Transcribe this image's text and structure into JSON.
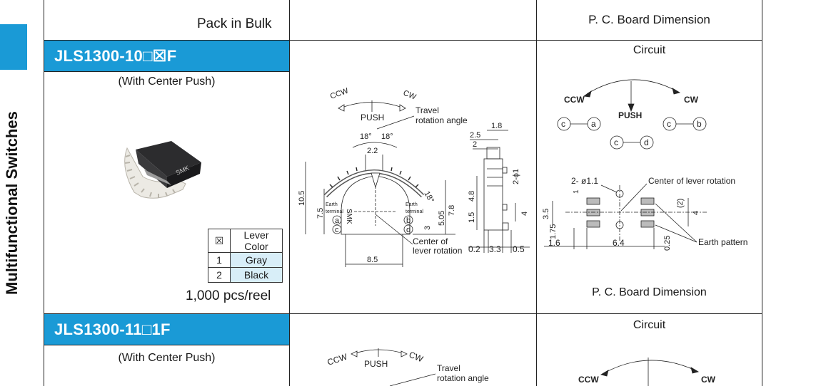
{
  "theme": {
    "accent": "#1a9ad6",
    "light_blue": "#d8eef8"
  },
  "sidebar": {
    "title": "Multifunctional Switches"
  },
  "header": {
    "pack_label": "Pack in Bulk",
    "pcb_header": "P. C. Board Dimension"
  },
  "products": [
    {
      "model": "JLS1300-10□☒F",
      "subtitle": "(With Center Push)",
      "legend": {
        "header_symbol": "☒",
        "header_label": "Lever Color",
        "rows": [
          {
            "num": "1",
            "value": "Gray"
          },
          {
            "num": "2",
            "value": "Black"
          }
        ]
      },
      "quantity": "1,000 pcs/reel",
      "circuit_title": "Circuit",
      "pcb_title": "P. C. Board Dimension"
    },
    {
      "model": "JLS1300-11□1F",
      "subtitle": "(With Center Push)",
      "circuit_title": "Circuit"
    }
  ],
  "drawing": {
    "ccw": "CCW",
    "cw": "CW",
    "push": "PUSH",
    "travel": "Travel",
    "rotation_angle": "rotation angle",
    "angle_18a": "18°",
    "angle_18b": "18°",
    "angle_18c": "18°",
    "d_2_2": "2.2",
    "d_10_5": "10.5",
    "d_7_5": "7.5",
    "d_7_8": "7.8",
    "d_5_05": "5.05",
    "d_3": "3",
    "d_8_5": "8.5",
    "earth_terminal": "Earth terminal",
    "pin_a": "a",
    "pin_b": "b",
    "pin_c": "c",
    "pin_d": "d",
    "center_label_1": "Center of",
    "center_label_2": "lever rotation",
    "d_1_8": "1.8",
    "d_2_5": "2.5",
    "d_2": "2",
    "d_2_phi1": "2-ϕ1",
    "d_4_8": "4.8",
    "d_1_5": "1.5",
    "d_4": "4",
    "d_0_2": "0.2",
    "d_3_3": "3.3",
    "d_0_5": "0.5"
  },
  "circuit": {
    "ccw": "CCW",
    "cw": "CW",
    "push": "PUSH"
  },
  "pcb": {
    "holes": "2- ø1.1",
    "center": "Center of lever rotation",
    "d_1": "1",
    "d_3_5": "3.5",
    "d_1_75": "1.75",
    "d_2p": "(2)",
    "d_4": "4",
    "d_1_6": "1.6",
    "d_6_4": "6.4",
    "d_0_25": "0.25",
    "earth": "Earth pattern"
  }
}
